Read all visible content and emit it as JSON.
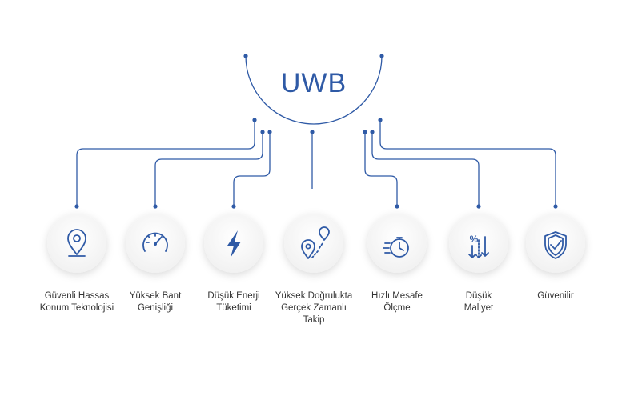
{
  "title": "UWB",
  "colors": {
    "accent": "#2f5aa6",
    "circle": "#f7f7f7",
    "text": "#333333"
  },
  "features": [
    {
      "id": "precise-location",
      "icon": "location-pin-icon",
      "label": "Güvenli Hassas\nKonum Teknolojisi"
    },
    {
      "id": "high-bandwidth",
      "icon": "speedometer-icon",
      "label": "Yüksek Bant\nGenişliği"
    },
    {
      "id": "low-energy",
      "icon": "lightning-icon",
      "label": "Düşük Enerji\nTüketimi"
    },
    {
      "id": "real-time-tracking",
      "icon": "route-pins-icon",
      "label": "Yüksek Doğrulukta\nGerçek Zamanlı\nTakip"
    },
    {
      "id": "fast-ranging",
      "icon": "stopwatch-icon",
      "label": "Hızlı Mesafe\nÖlçme"
    },
    {
      "id": "low-cost",
      "icon": "percent-down-icon",
      "label": "Düşük\nMaliyet"
    },
    {
      "id": "reliable",
      "icon": "shield-check-icon",
      "label": "Güvenilir"
    }
  ]
}
